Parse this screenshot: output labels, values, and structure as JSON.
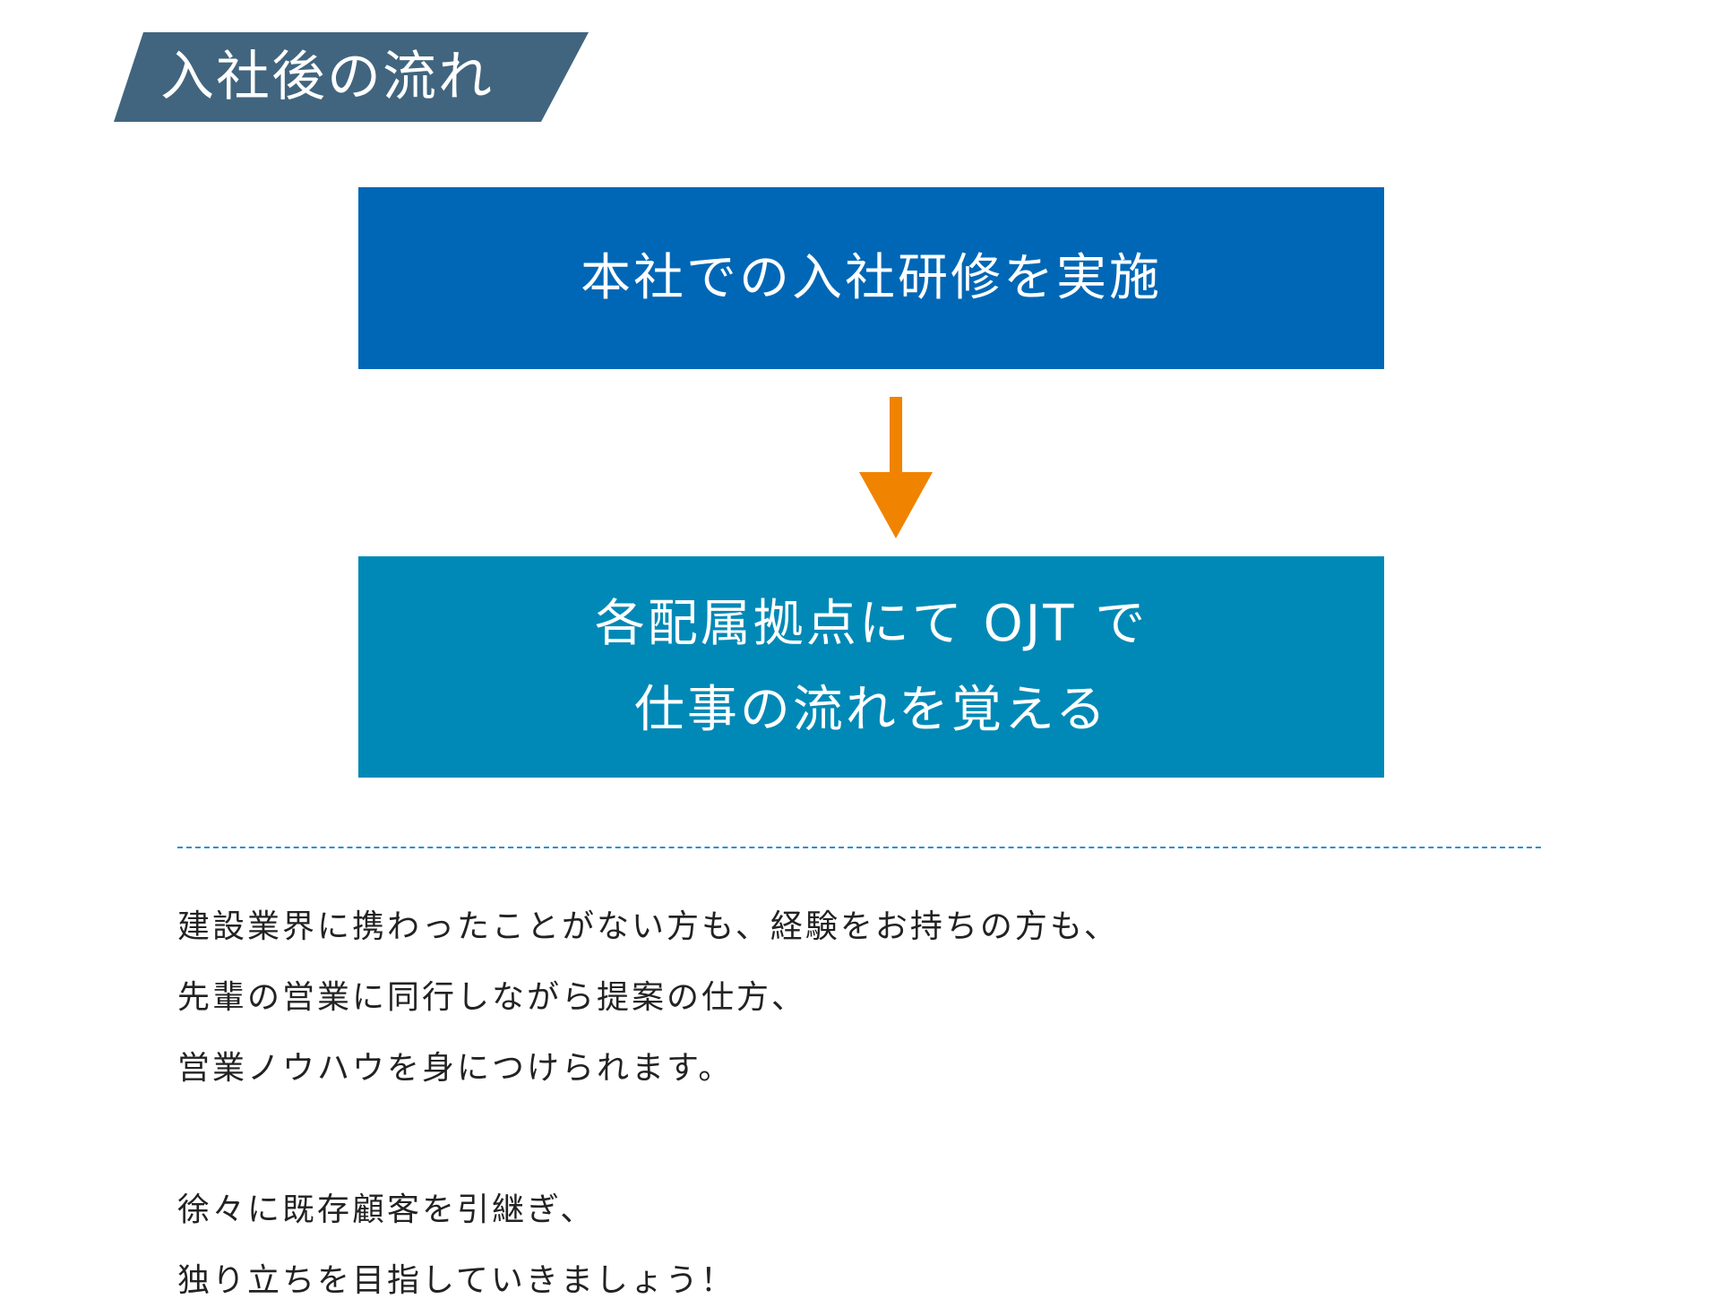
{
  "header": {
    "title": "入社後の流れ"
  },
  "flow": {
    "step1": "本社での入社研修を実施",
    "step2_lines": [
      "各配属拠点にて OJT で",
      "仕事の流れを覚える"
    ]
  },
  "colors": {
    "header_bg": "#41657f",
    "step1_bg": "#0067b6",
    "step2_bg": "#0089b6",
    "arrow": "#f08300",
    "divider": "#2a8fd0"
  },
  "icons": {
    "arrow": "arrow-down-icon"
  },
  "body": {
    "paragraph1": [
      "建設業界に携わったことがない方も、経験をお持ちの方も、",
      "先輩の営業に同行しながら提案の仕方、",
      "営業ノウハウを身につけられます。"
    ],
    "paragraph2": [
      "徐々に既存顧客を引継ぎ、",
      "独り立ちを目指していきましょう！"
    ]
  }
}
